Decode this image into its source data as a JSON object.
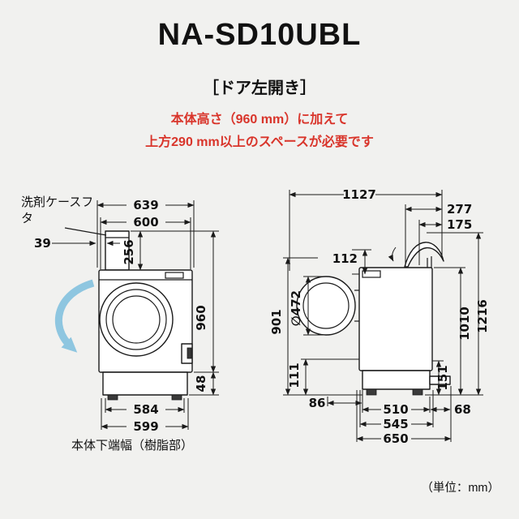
{
  "header": {
    "title": "NA-SD10UBL",
    "subtitle": "［ドア左開き］",
    "note_line1": "本体高さ（960 mm）に加えて",
    "note_line2": "上方290 mm以上のスペースが必要です"
  },
  "front_view": {
    "caption_detergent": "洗剤ケースフタ",
    "caption_bottom_width": "本体下端幅（樹脂部）",
    "dims": {
      "width_total": "639",
      "width_body": "600",
      "case_offset": "39",
      "case_height": "256",
      "height_body": "960",
      "height_base": "48",
      "bottom_width_resin": "584",
      "bottom_width": "599"
    }
  },
  "side_view": {
    "dims": {
      "depth_total": "1127",
      "top_rear_1": "277",
      "top_rear_2": "175",
      "door_top": "112",
      "door_diameter": "∅472",
      "door_center_height": "901",
      "lower_front": "111",
      "front_clearance": "86",
      "base_depth": "510",
      "body_depth": "545",
      "depth_floor": "650",
      "rear_bottom": "151",
      "height_body": "1010",
      "height_lid_open": "1216",
      "rear_overhang": "68"
    }
  },
  "footer": {
    "unit": "（単位：mm）"
  },
  "colors": {
    "orange": "#dd7214",
    "blue": "#2b6cb3",
    "red": "#d9352b"
  }
}
